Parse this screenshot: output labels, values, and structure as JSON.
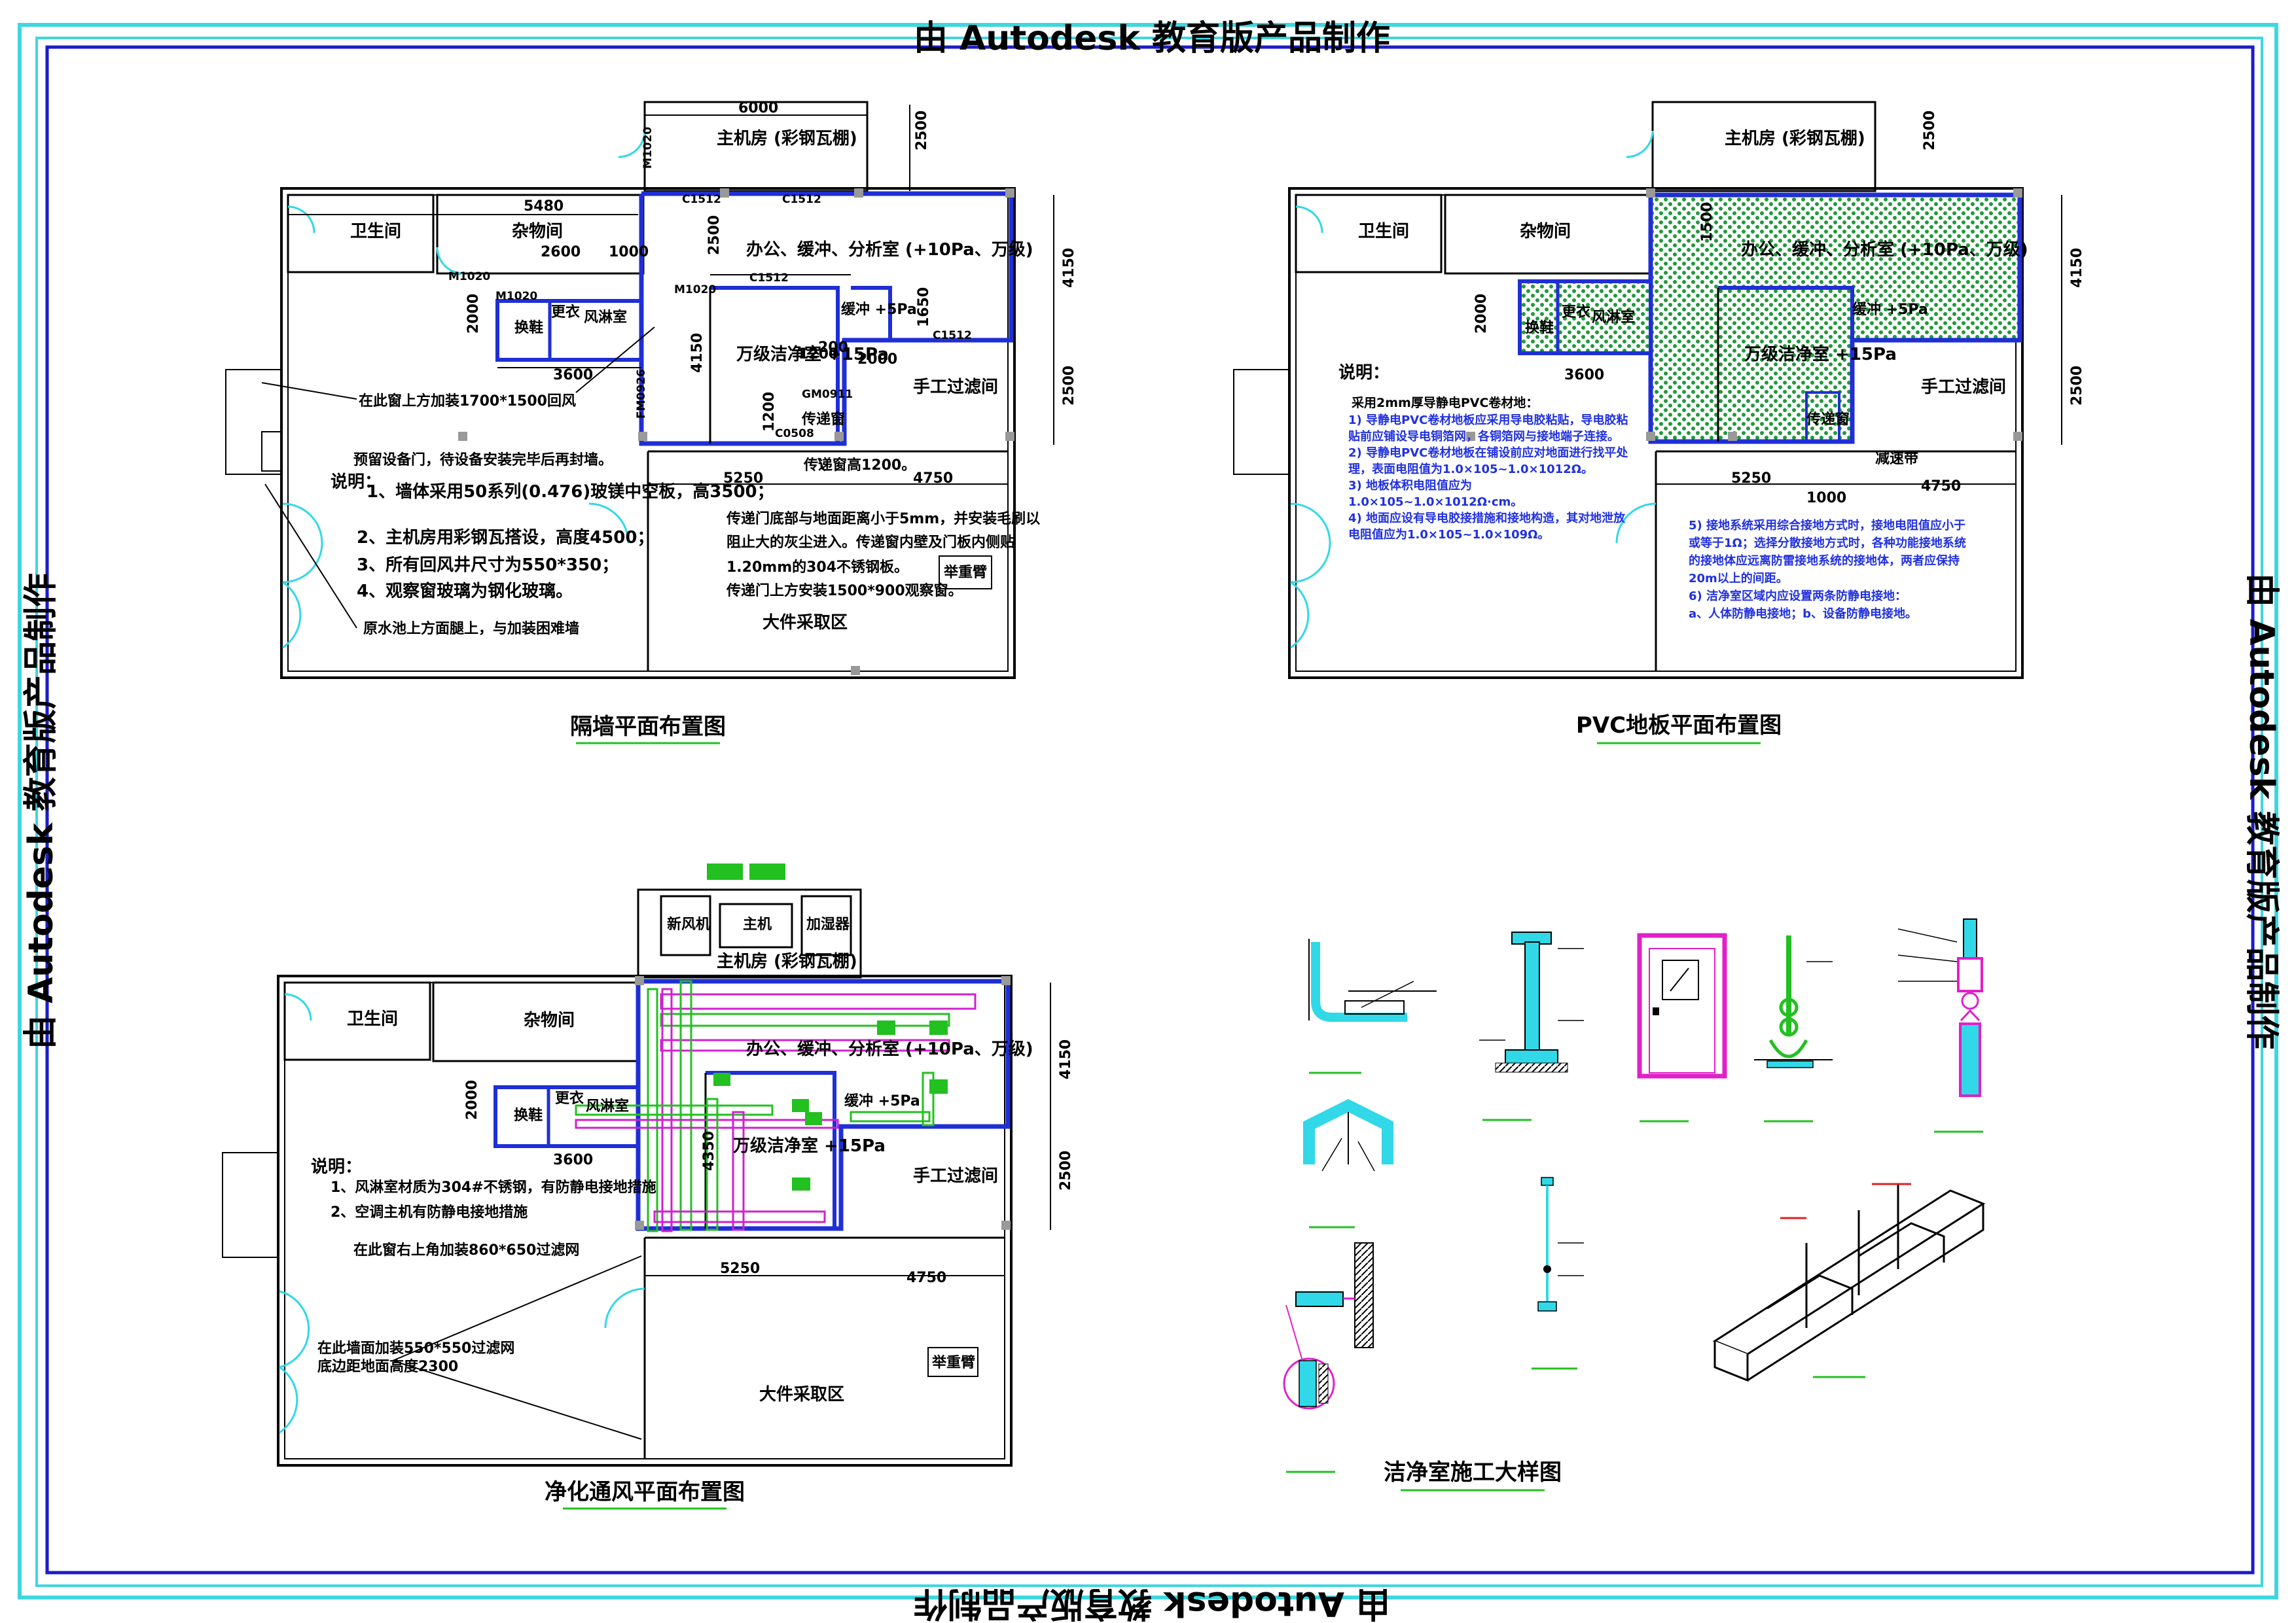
{
  "watermark": {
    "top": "由 Autodesk 教育版产品制作",
    "bottom": "由 Autodesk 教育版产品制作",
    "left": "由 Autodesk 教育版产品制作",
    "right": "由 Autodesk 教育版产品制作"
  },
  "colors": {
    "frame_cyan": "#3fd6e0",
    "frame_blue": "#1c1cc8",
    "wall_blue": "#1f2fd6",
    "hatch_green": "#1f9a3a",
    "duct_green": "#22c020",
    "duct_magenta": "#d020d0",
    "door_cyan": "#30d8e8"
  },
  "plan1": {
    "title": "隔墙平面布置图",
    "rooms": {
      "host": "主机房 (彩钢瓦棚)",
      "toilet": "卫生间",
      "storage": "杂物间",
      "office": "办公、缓冲、分析室 (+10Pa、万级)",
      "dress": "更衣",
      "shoe": "换鞋",
      "airshower": "风淋室",
      "buffer": "缓冲 +5Pa",
      "clean": "万级洁净室 +15Pa",
      "filter": "手工过滤间",
      "transfer": "传递窗",
      "sample": "大件采取区",
      "lift": "举重臂"
    },
    "dims": [
      "6000",
      "2500",
      "5480",
      "2600",
      "1000",
      "2500",
      "4150",
      "2000",
      "3600",
      "4150",
      "1650",
      "1200",
      "200",
      "2000",
      "1200",
      "2500",
      "5250",
      "4750"
    ],
    "doors": [
      "M1020",
      "M1020",
      "M1020",
      "M1020",
      "C1512",
      "C1512",
      "C1512",
      "C1512",
      "FM0926",
      "GM0911",
      "C0508"
    ],
    "notes": {
      "window": "在此窗上方加装1700*1500回风",
      "reserved": "预留设备门，待设备安装完毕后再封墙。",
      "title": "说明：",
      "n1": "1、墙体采用50系列(0.476)玻镁中空板，高3500；",
      "n2": "2、主机房用彩钢瓦搭设，高度4500；",
      "n3": "3、所有回风井尺寸为550*350；",
      "n4": "4、观察窗玻璃为钢化玻璃。",
      "sink": "原水池上方面腿上，与加装困难墙",
      "transfer_h": "传递窗高1200。",
      "t1": "传递门底部与地面距离小于5mm，并安装毛刷以",
      "t2": "阻止大的灰尘进入。传递窗内壁及门板内侧贴",
      "t3": "1.20mm的304不锈钢板。",
      "t4": "传递门上方安装1500*900观察窗。"
    }
  },
  "plan2": {
    "title": "PVC地板平面布置图",
    "rooms": {
      "host": "主机房 (彩钢瓦棚)",
      "toilet": "卫生间",
      "storage": "杂物间",
      "office": "办公、缓冲、分析室 (+10Pa、万级)",
      "dress": "更衣",
      "shoe": "换鞋",
      "airshower": "风淋室",
      "buffer": "缓冲 +5Pa",
      "clean": "万级洁净室 +15Pa",
      "filter": "手工过滤间",
      "transfer": "减速带",
      "door_note": "传递窗"
    },
    "dims": [
      "4150",
      "2500",
      "3600",
      "2000",
      "5250",
      "4750",
      "1000",
      "1500",
      "2500"
    ],
    "notes": {
      "title": "说明：",
      "n0": "采用2mm厚导静电PVC卷材地：",
      "n1": "1) 导静电PVC卷材地板应采用导电胶粘贴，导电胶粘贴前应铺设导电铜箔网，各铜箔网与接地端子连接。",
      "n2": "2) 导静电PVC卷材地板在铺设前应对地面进行找平处理，表面电阻值为1.0×105~1.0×1012Ω。",
      "n3": "3) 地板体积电阻值应为1.0×105~1.0×1012Ω·cm。",
      "n4": "4) 地面应设有导电胶接措施和接地构造，其对地泄放电阻值应为1.0×105~1.0×109Ω。",
      "n5": "5) 接地系统采用综合接地方式时，接地电阻值应小于或等于1Ω；选择分散接地方式时，各种功能接地系统的接地体应远离防雷接地系统的接地体，两者应保持20m以上的间距。",
      "n6": "6) 洁净室区域内应设置两条防静电接地：",
      "n7": "a、人体防静电接地；b、设备防静电接地。"
    }
  },
  "plan3": {
    "title": "净化通风平面布置图",
    "rooms": {
      "host": "主机房 (彩钢瓦棚)",
      "toilet": "卫生间",
      "storage": "杂物间",
      "office": "办公、缓冲、分析室 (+10Pa、万级)",
      "dress": "更衣",
      "shoe": "换鞋",
      "airshower": "风淋室",
      "buffer": "缓冲 +5Pa",
      "clean": "万级洁净室 +15Pa",
      "filter": "手工过滤间",
      "sample": "大件采取区",
      "lift": "举重臂",
      "unit1": "新风机",
      "unit2": "主机",
      "unit3": "加湿器"
    },
    "dims": [
      "4150",
      "2500",
      "3600",
      "2000",
      "4350",
      "5250",
      "4750"
    ],
    "notes": {
      "title": "说明：",
      "n1": "1、风淋室材质为304#不锈钢，有防静电接地措施",
      "n2": "2、空调主机有防静电接地措施",
      "window": "在此窗右上角加装860*650过滤网",
      "wall1": "在此墙面加装550*550过滤网",
      "wall2": "底边距地面高度2300"
    }
  },
  "details": {
    "title": "洁净室施工大样图"
  }
}
